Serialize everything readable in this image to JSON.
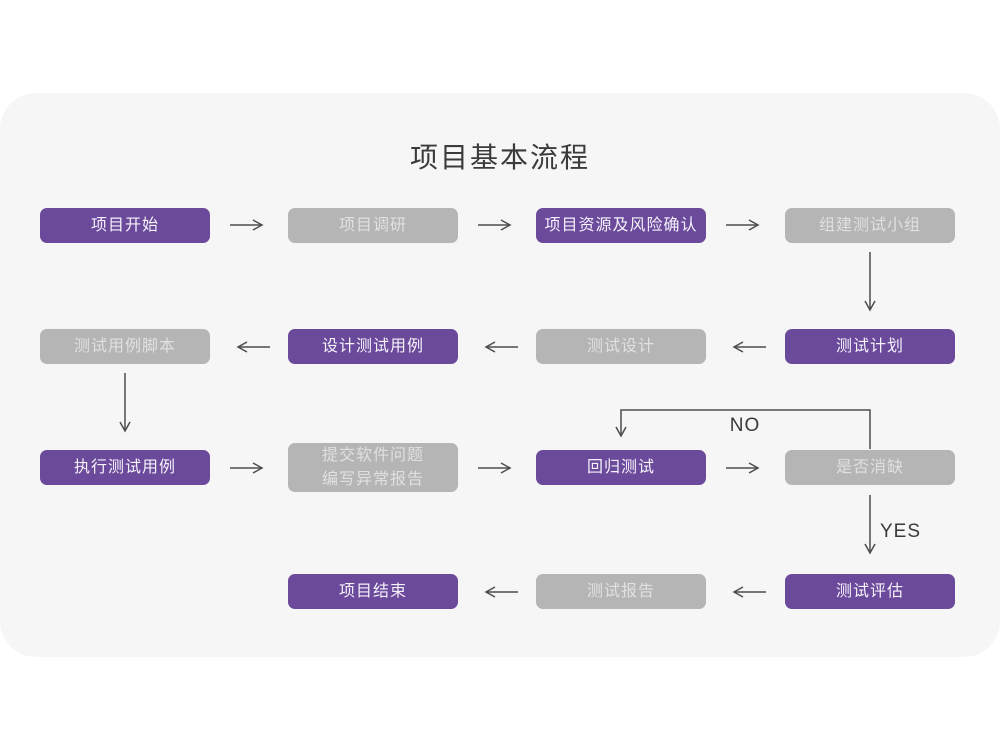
{
  "title": "项目基本流程",
  "decision": {
    "no_label": "NO",
    "yes_label": "YES"
  },
  "colors": {
    "accent_purple": "#6b4a9b",
    "node_gray": "#b5b5b5",
    "card_background": "#f6f6f6",
    "arrow": "#4d4d4d",
    "title_text": "#3b3b3b"
  },
  "nodes": [
    {
      "label": "项目开始",
      "variant": "purple"
    },
    {
      "label": "项目调研",
      "variant": "gray"
    },
    {
      "label": "项目资源及风险确认",
      "variant": "purple"
    },
    {
      "label": "组建测试小组",
      "variant": "gray"
    },
    {
      "label": "测试计划",
      "variant": "purple"
    },
    {
      "label": "测试设计",
      "variant": "gray"
    },
    {
      "label": "设计测试用例",
      "variant": "purple"
    },
    {
      "label": "测试用例脚本",
      "variant": "gray"
    },
    {
      "label": "执行测试用例",
      "variant": "purple"
    },
    {
      "label": "提交软件问题\n编写异常报告",
      "variant": "gray"
    },
    {
      "label": "回归测试",
      "variant": "purple"
    },
    {
      "label": "是否消缺",
      "variant": "gray"
    },
    {
      "label": "测试评估",
      "variant": "purple"
    },
    {
      "label": "测试报告",
      "variant": "gray"
    },
    {
      "label": "项目结束",
      "variant": "purple"
    }
  ]
}
